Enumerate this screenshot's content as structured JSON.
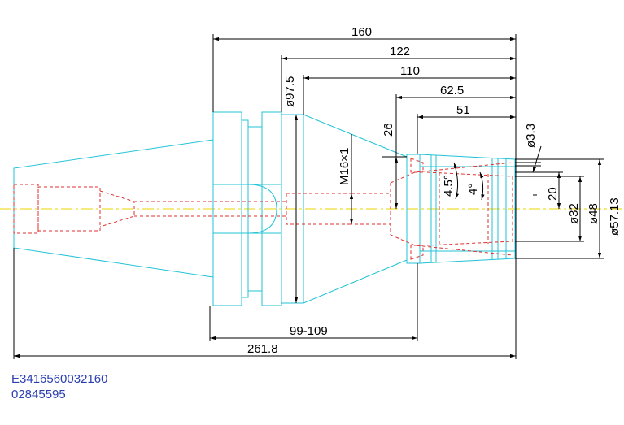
{
  "dimensions": {
    "overall_flange": "160",
    "length_122": "122",
    "length_110": "110",
    "length_62_5": "62.5",
    "length_51": "51",
    "depth_26": "26",
    "dia_97_5": "ø97.5",
    "thread": "M16×1",
    "angle_4_5": "4.5°",
    "angle_4": "4°",
    "dia_3_3": "ø3.3",
    "width_20": "20",
    "dia_32": "ø32",
    "dia_48": "ø48",
    "dia_57_13": "ø57.13",
    "range_99_109": "99-109",
    "overall_length": "261.8"
  },
  "part_codes": {
    "line1": "E3416560032160",
    "line2": "02845595"
  },
  "colors": {
    "outline": "#22c3d6",
    "hidden": "#e03030",
    "centerline": "#e8d400",
    "dimension": "#000000",
    "code_text": "#2b3fb0"
  }
}
